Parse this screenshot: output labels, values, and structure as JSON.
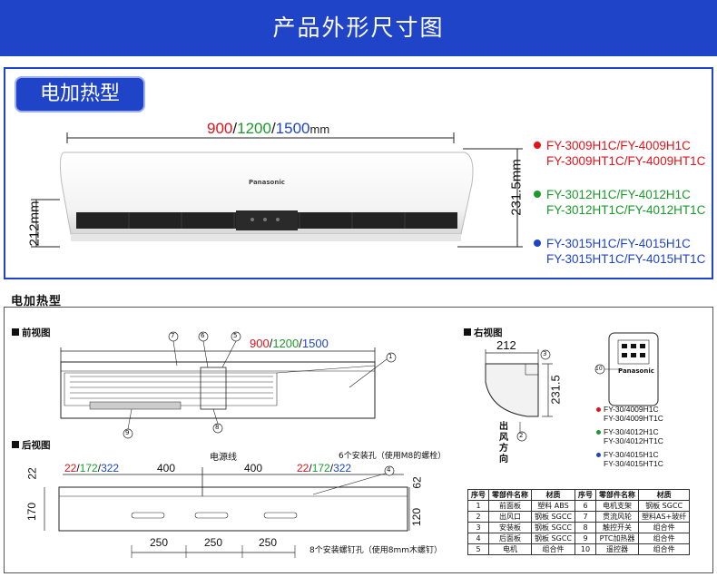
{
  "banner": {
    "title": "产品外形尺寸图"
  },
  "photo_panel": {
    "type_label": "电加热型",
    "width_dims": {
      "a": "900",
      "sep1": "/",
      "b": "1200",
      "sep2": "/",
      "c": "1500",
      "unit": "mm"
    },
    "height_label": "212mm",
    "depth_label": "231.5mm",
    "brand": "Panasonic",
    "models": [
      {
        "color": "#e0141b",
        "lines": [
          "FY-3009H1C/FY-4009H1C",
          "FY-3009HT1C/FY-4009HT1C"
        ]
      },
      {
        "color": "#1a9a2b",
        "lines": [
          "FY-3012H1C/FY-4012H1C",
          "FY-3012HT1C/FY-4012HT1C"
        ]
      },
      {
        "color": "#1f44c8",
        "lines": [
          "FY-3015H1C/FY-4015H1C",
          "FY-3015HT1C/FY-4015HT1C"
        ]
      }
    ]
  },
  "drawing": {
    "section_title": "电加热型",
    "front_view_label": "前视图",
    "rear_view_label": "后视图",
    "right_view_label": "右视图",
    "front_width": {
      "a": "900",
      "sep1": "/",
      "b": "1200",
      "sep2": "/",
      "c": "1500"
    },
    "callouts": [
      "1",
      "2",
      "3",
      "4",
      "5",
      "6",
      "7",
      "8",
      "9",
      "10"
    ],
    "right_dims": {
      "width": "212",
      "height": "231.5"
    },
    "outlet_direction": [
      "出",
      "风",
      "方",
      "向"
    ],
    "rear_dims": {
      "left_offset": {
        "a": "22",
        "sep1": "/",
        "b": "172",
        "sep2": "/",
        "c": "322"
      },
      "right_offset": {
        "a": "22",
        "sep1": "/",
        "b": "172",
        "sep2": "/",
        "c": "322"
      },
      "spacing1": "400",
      "spacing2": "400",
      "bottom1": "250",
      "bottom2": "250",
      "bottom3": "250",
      "left_22": "22",
      "left_170": "170",
      "right_62": "62",
      "right_120": "120",
      "power_cord": "电源线",
      "mount_holes": "6个安装孔（使用M8的螺栓）",
      "screw_holes": "8个安装螺钉孔（使用8mm木螺钉）"
    },
    "remote_brand": "Panasonic",
    "remote_models": [
      {
        "color": "#e0141b",
        "lines": [
          "FY-30/4009H1C",
          "FY-30/4009HT1C"
        ]
      },
      {
        "color": "#1a9a2b",
        "lines": [
          "FY-30/4012H1C",
          "FY-30/4012HT1C"
        ]
      },
      {
        "color": "#1f44c8",
        "lines": [
          "FY-30/4015H1C",
          "FY-30/4015HT1C"
        ]
      }
    ],
    "parts_table": {
      "headers": [
        "序号",
        "零部件名称",
        "材质",
        "序号",
        "零部件名称",
        "材质"
      ],
      "rows": [
        [
          "1",
          "前面板",
          "塑料 ABS",
          "6",
          "电机支架",
          "钢板 SGCC"
        ],
        [
          "2",
          "出风口",
          "钢板 SGCC",
          "7",
          "贯流风轮",
          "塑料AS+玻纤"
        ],
        [
          "3",
          "安装板",
          "钢板 SGCC",
          "8",
          "触控开关",
          "组合件"
        ],
        [
          "4",
          "后面板",
          "钢板 SGCC",
          "9",
          "PTC加热器",
          "组合件"
        ],
        [
          "5",
          "电机",
          "组合件",
          "10",
          "遥控器",
          "组合件"
        ]
      ]
    }
  }
}
